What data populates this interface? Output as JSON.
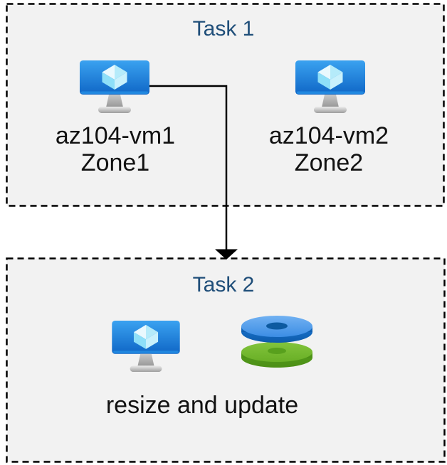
{
  "page": {
    "background": "#ffffff"
  },
  "styles": {
    "box_fill": "#f2f2f2",
    "box_border_color": "#000000",
    "title_color": "#1f4e79",
    "label_color": "#111111",
    "arrow_color": "#000000",
    "vm_screen_blue_top": "#3aa2f0",
    "vm_screen_blue_bottom": "#0f66c6",
    "cube_cyan": "#8edff8",
    "disk_blue": "#3c8de4",
    "disk_blue_hole": "#0d5aa0",
    "disk_green": "#69af26",
    "disk_green_hole": "#58a01d"
  },
  "task1": {
    "title": "Task 1",
    "vms": [
      {
        "name": "az104-vm1",
        "zone": "Zone1",
        "icon": "virtual-machine-icon"
      },
      {
        "name": "az104-vm2",
        "zone": "Zone2",
        "icon": "virtual-machine-icon"
      }
    ]
  },
  "task2": {
    "title": "Task 2",
    "caption": "resize and update",
    "icons": [
      "virtual-machine-icon",
      "managed-disks-icon"
    ]
  },
  "connector": {
    "type": "elbow-arrow",
    "from": "az104-vm1",
    "to": "Task 2"
  }
}
